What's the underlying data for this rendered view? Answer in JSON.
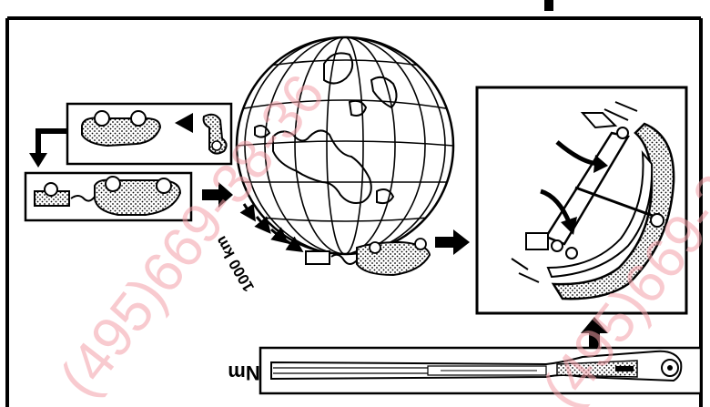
{
  "diagram": {
    "distance_label": "1000 km",
    "unit_label": "Nm",
    "watermark_text": "(495)669-38-36",
    "colors": {
      "ink": "#000000",
      "watermark": "#f4a0a8",
      "background": "#ffffff"
    },
    "icons": {
      "globe": "globe-icon",
      "arrow": "arrow-right-icon",
      "wrench": "torque-wrench-icon",
      "bolt": "bolt-icon"
    }
  }
}
